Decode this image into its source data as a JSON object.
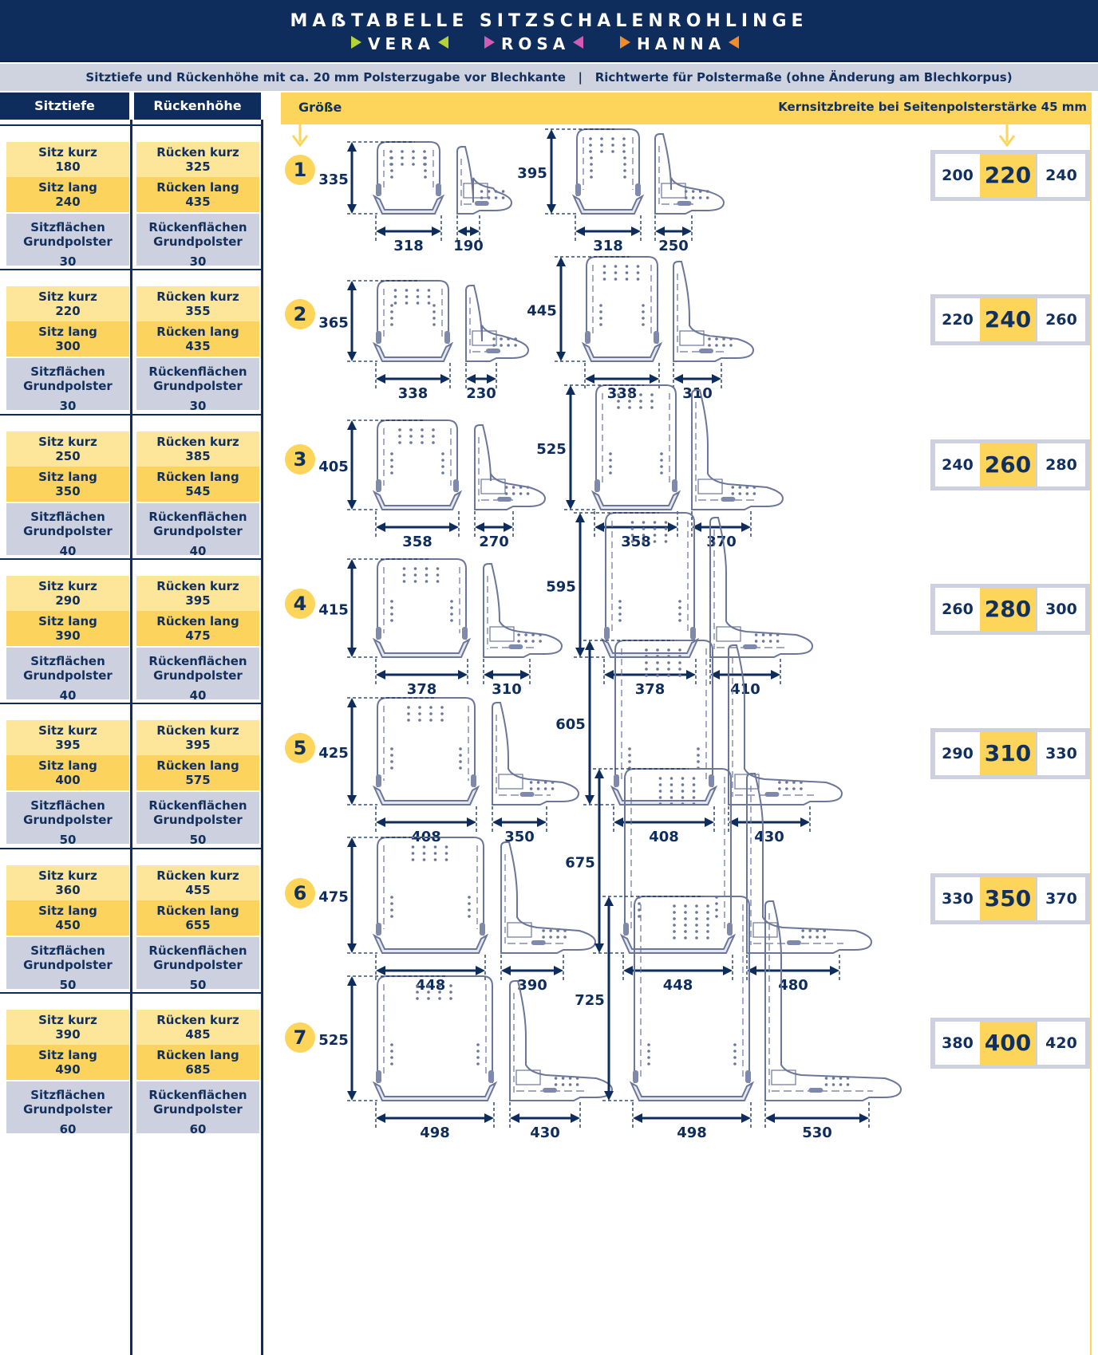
{
  "header": {
    "title": "MAẞTABELLE SITZSCHALENROHLINGE",
    "models": [
      {
        "name": "VERA",
        "color": "#b5d335"
      },
      {
        "name": "ROSA",
        "color": "#d25cb4"
      },
      {
        "name": "HANNA",
        "color": "#f28c28"
      }
    ],
    "subtitle": "Sitztiefe und Rückenhöhe mit ca. 20 mm Polsterzugabe vor Blechkante   |   Richtwerte für Polstermaße (ohne Änderung am Blechkorpus)"
  },
  "columns": {
    "sitztiefe": "Sitztiefe",
    "rueckenhoehe": "Rückenhöhe",
    "groesse": "Größe",
    "kernsitzbreite": "Kernsitzbreite bei Seitenpolsterstärke 45 mm"
  },
  "labels": {
    "sitz_kurz": "Sitz kurz",
    "sitz_lang": "Sitz lang",
    "ruecken_kurz": "Rücken kurz",
    "ruecken_lang": "Rücken lang",
    "sitz_grund_1": "Sitzflächen",
    "sitz_grund_2": "Grundpolster",
    "ruecken_grund_1": "Rückenflächen",
    "ruecken_grund_2": "Grundpolster"
  },
  "colors": {
    "navy": "#0f2d5c",
    "yellow": "#fcd55a",
    "grey": "#cdd0de",
    "line": "#6b7699"
  },
  "sizes": [
    {
      "size": "1",
      "sitz_kurz": "180",
      "sitz_lang": "240",
      "ruecken_kurz": "325",
      "ruecken_lang": "435",
      "sitz_grund": "30",
      "ruecken_grund": "30",
      "short": {
        "height": "335",
        "width": "318",
        "depth": "190"
      },
      "long": {
        "height": "395",
        "width": "318",
        "depth": "250"
      },
      "widths": [
        "200",
        "220",
        "240"
      ]
    },
    {
      "size": "2",
      "sitz_kurz": "220",
      "sitz_lang": "300",
      "ruecken_kurz": "355",
      "ruecken_lang": "435",
      "sitz_grund": "30",
      "ruecken_grund": "30",
      "short": {
        "height": "365",
        "width": "338",
        "depth": "230"
      },
      "long": {
        "height": "445",
        "width": "338",
        "depth": "310"
      },
      "widths": [
        "220",
        "240",
        "260"
      ]
    },
    {
      "size": "3",
      "sitz_kurz": "250",
      "sitz_lang": "350",
      "ruecken_kurz": "385",
      "ruecken_lang": "545",
      "sitz_grund": "40",
      "ruecken_grund": "40",
      "short": {
        "height": "405",
        "width": "358",
        "depth": "270"
      },
      "long": {
        "height": "525",
        "width": "358",
        "depth": "370"
      },
      "widths": [
        "240",
        "260",
        "280"
      ]
    },
    {
      "size": "4",
      "sitz_kurz": "290",
      "sitz_lang": "390",
      "ruecken_kurz": "395",
      "ruecken_lang": "475",
      "sitz_grund": "40",
      "ruecken_grund": "40",
      "short": {
        "height": "415",
        "width": "378",
        "depth": "310"
      },
      "long": {
        "height": "595",
        "width": "378",
        "depth": "410"
      },
      "widths": [
        "260",
        "280",
        "300"
      ]
    },
    {
      "size": "5",
      "sitz_kurz": "395",
      "sitz_lang": "400",
      "ruecken_kurz": "395",
      "ruecken_lang": "575",
      "sitz_grund": "50",
      "ruecken_grund": "50",
      "short": {
        "height": "425",
        "width": "408",
        "depth": "350"
      },
      "long": {
        "height": "605",
        "width": "408",
        "depth": "430"
      },
      "widths": [
        "290",
        "310",
        "330"
      ]
    },
    {
      "size": "6",
      "sitz_kurz": "360",
      "sitz_lang": "450",
      "ruecken_kurz": "455",
      "ruecken_lang": "655",
      "sitz_grund": "50",
      "ruecken_grund": "50",
      "short": {
        "height": "475",
        "width": "448",
        "depth": "390"
      },
      "long": {
        "height": "675",
        "width": "448",
        "depth": "480"
      },
      "widths": [
        "330",
        "350",
        "370"
      ]
    },
    {
      "size": "7",
      "sitz_kurz": "390",
      "sitz_lang": "490",
      "ruecken_kurz": "485",
      "ruecken_lang": "685",
      "sitz_grund": "60",
      "ruecken_grund": "60",
      "short": {
        "height": "525",
        "width": "498",
        "depth": "430"
      },
      "long": {
        "height": "725",
        "width": "498",
        "depth": "530"
      },
      "widths": [
        "380",
        "400",
        "420"
      ]
    }
  ]
}
